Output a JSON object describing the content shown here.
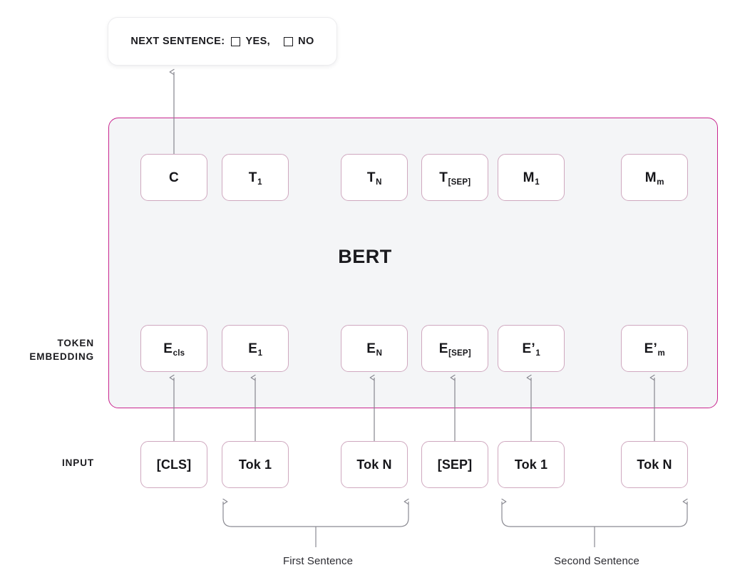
{
  "diagram": {
    "title": "BERT",
    "panel_border_color": "#c9268f",
    "panel_fill_color": "#f4f5f7",
    "cell_border_color": "#cfa8bf",
    "connector_color": "#8a8a92",
    "background_color": "#ffffff"
  },
  "next_sentence": {
    "label": "NEXT SENTENCE:",
    "options": [
      {
        "label": "YES,",
        "checked": false,
        "icon": "checkbox-icon"
      },
      {
        "label": "NO",
        "checked": false,
        "icon": "checkbox-icon"
      }
    ]
  },
  "side_labels": {
    "token_embedding_line1": "TOKEN",
    "token_embedding_line2": "EMBEDDING",
    "input": "INPUT"
  },
  "rows": {
    "output": {
      "name": "output-token-row",
      "cells": [
        {
          "base": "C",
          "sub": "",
          "prime": false,
          "text": "C"
        },
        {
          "base": "T",
          "sub": "1",
          "prime": false,
          "text": "T1"
        },
        {
          "base": "",
          "sub": "",
          "prime": false,
          "text": "",
          "spacer": true
        },
        {
          "base": "T",
          "sub": "N",
          "prime": false,
          "text": "TN"
        },
        {
          "base": "T",
          "sub": "[SEP]",
          "prime": false,
          "text": "T[SEP]"
        },
        {
          "base": "M",
          "sub": "1",
          "prime": false,
          "text": "M1"
        },
        {
          "base": "",
          "sub": "",
          "prime": false,
          "text": "",
          "spacer": true
        },
        {
          "base": "M",
          "sub": "m",
          "prime": false,
          "text": "Mm"
        }
      ]
    },
    "embedding": {
      "name": "token-embedding-row",
      "cells": [
        {
          "base": "E",
          "sub": "cls",
          "prime": false,
          "text": "Ecls"
        },
        {
          "base": "E",
          "sub": "1",
          "prime": false,
          "text": "E1"
        },
        {
          "base": "",
          "sub": "",
          "prime": false,
          "text": "",
          "spacer": true
        },
        {
          "base": "E",
          "sub": "N",
          "prime": false,
          "text": "EN"
        },
        {
          "base": "E",
          "sub": "[SEP]",
          "prime": false,
          "text": "E[SEP]"
        },
        {
          "base": "E",
          "sub": "1",
          "prime": true,
          "text": "E'1"
        },
        {
          "base": "",
          "sub": "",
          "prime": false,
          "text": "",
          "spacer": true
        },
        {
          "base": "E",
          "sub": "m",
          "prime": true,
          "text": "E'm"
        }
      ]
    },
    "input": {
      "name": "input-token-row",
      "cells": [
        {
          "text": "[CLS]"
        },
        {
          "text": "Tok 1"
        },
        {
          "text": "",
          "spacer": true
        },
        {
          "text": "Tok N"
        },
        {
          "text": "[SEP]"
        },
        {
          "text": "Tok 1"
        },
        {
          "text": "",
          "spacer": true
        },
        {
          "text": "Tok N"
        }
      ]
    }
  },
  "sentence_brackets": [
    {
      "caption": "First Sentence",
      "spans": [
        "Tok 1",
        "Tok N"
      ]
    },
    {
      "caption": "Second Sentence",
      "spans": [
        "Tok 1",
        "Tok N"
      ]
    }
  ]
}
